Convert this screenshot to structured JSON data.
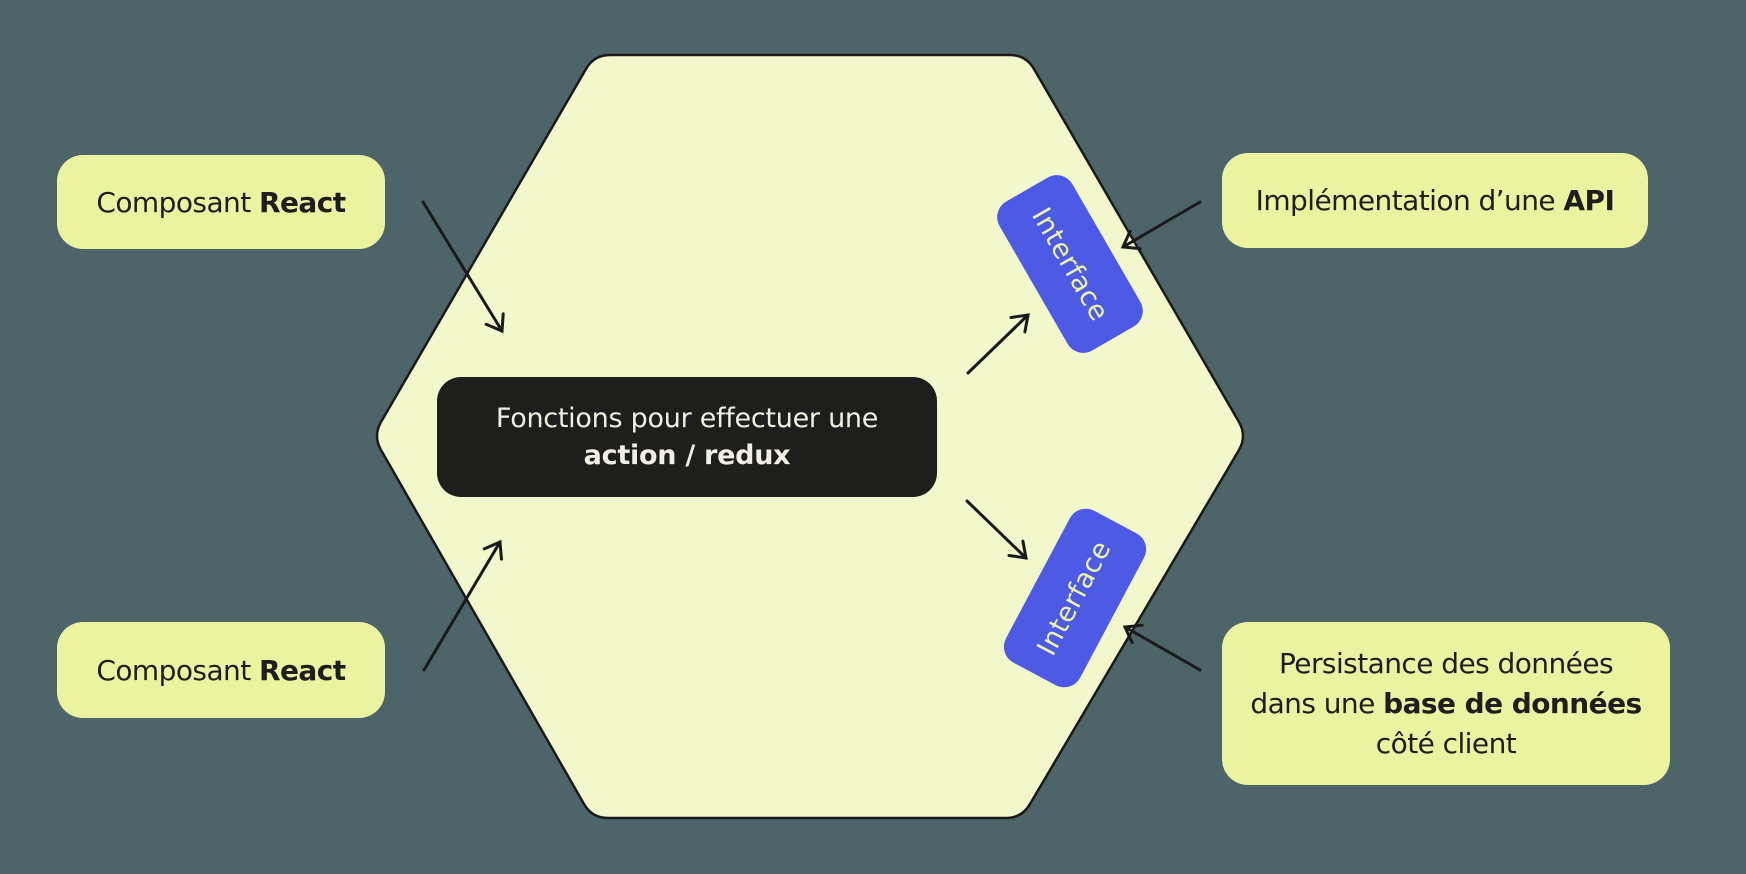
{
  "colors": {
    "background": "#4D6568",
    "hexagon_fill": "#F3F7CC",
    "outline": "#1A1A1A",
    "arrow": "#1A1A1A",
    "note_fill": "#EBF3A1",
    "note_text": "#1E1E1E",
    "center_fill": "#1E1E1C",
    "center_text": "#F1EEE3",
    "interface_fill": "#4C5AE6",
    "interface_text": "#EDF5A3"
  },
  "notes": {
    "component_top": {
      "regular": "Composant",
      "bold": "React"
    },
    "component_bottom": {
      "regular": "Composant",
      "bold": "React"
    },
    "api": {
      "regular": "Implémentation d’une",
      "bold": "API"
    },
    "persistence": {
      "line1": "Persistance des données",
      "line2_regular": "dans une",
      "line2_bold": "base de données",
      "line3": "côté client"
    }
  },
  "center_box": {
    "line1": "Fonctions pour effectuer une",
    "line2": "action / redux"
  },
  "interface_top": {
    "label": "Interface"
  },
  "interface_bottom": {
    "label": "Interface"
  }
}
